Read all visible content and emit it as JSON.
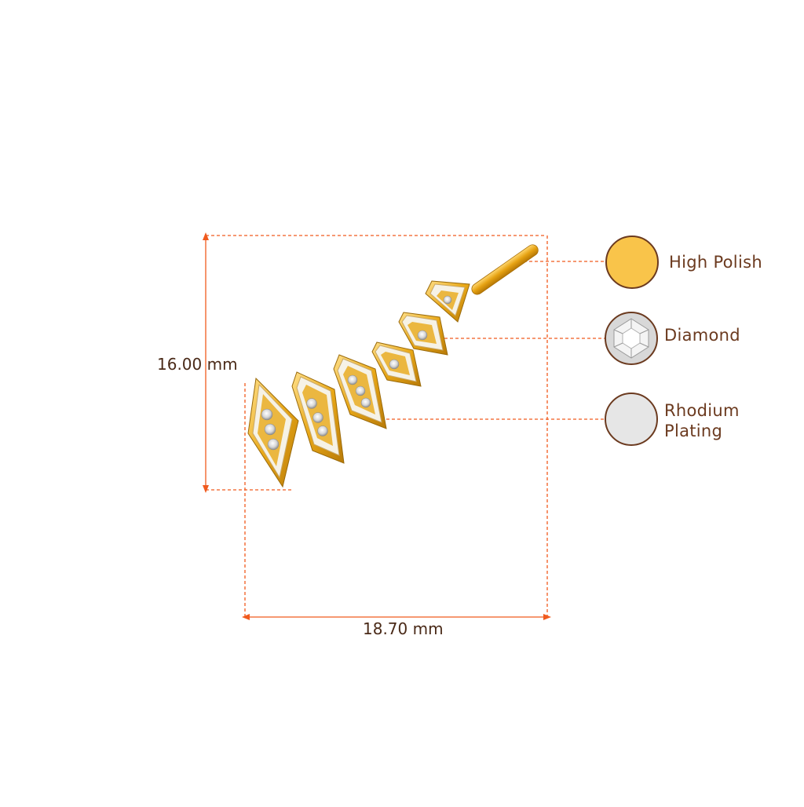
{
  "dimensions": {
    "height_label": "16.00 mm",
    "width_label": "18.70 mm"
  },
  "legend": [
    {
      "label": "High Polish",
      "swatch": "gold",
      "color": "#F9C44A"
    },
    {
      "label": "Diamond",
      "swatch": "diamond",
      "color": "#BDBDBD"
    },
    {
      "label": "Rhodium Plating",
      "line1": "Rhodium",
      "line2": "Plating",
      "swatch": "rhodium",
      "color": "#E6E6E6"
    }
  ],
  "colors": {
    "dimension_line": "#F05A1E",
    "swatch_border": "#6B3A1F",
    "label_text": "#6B3A1F",
    "gold": "#E9A817",
    "white_gold": "#F2F2EC"
  }
}
